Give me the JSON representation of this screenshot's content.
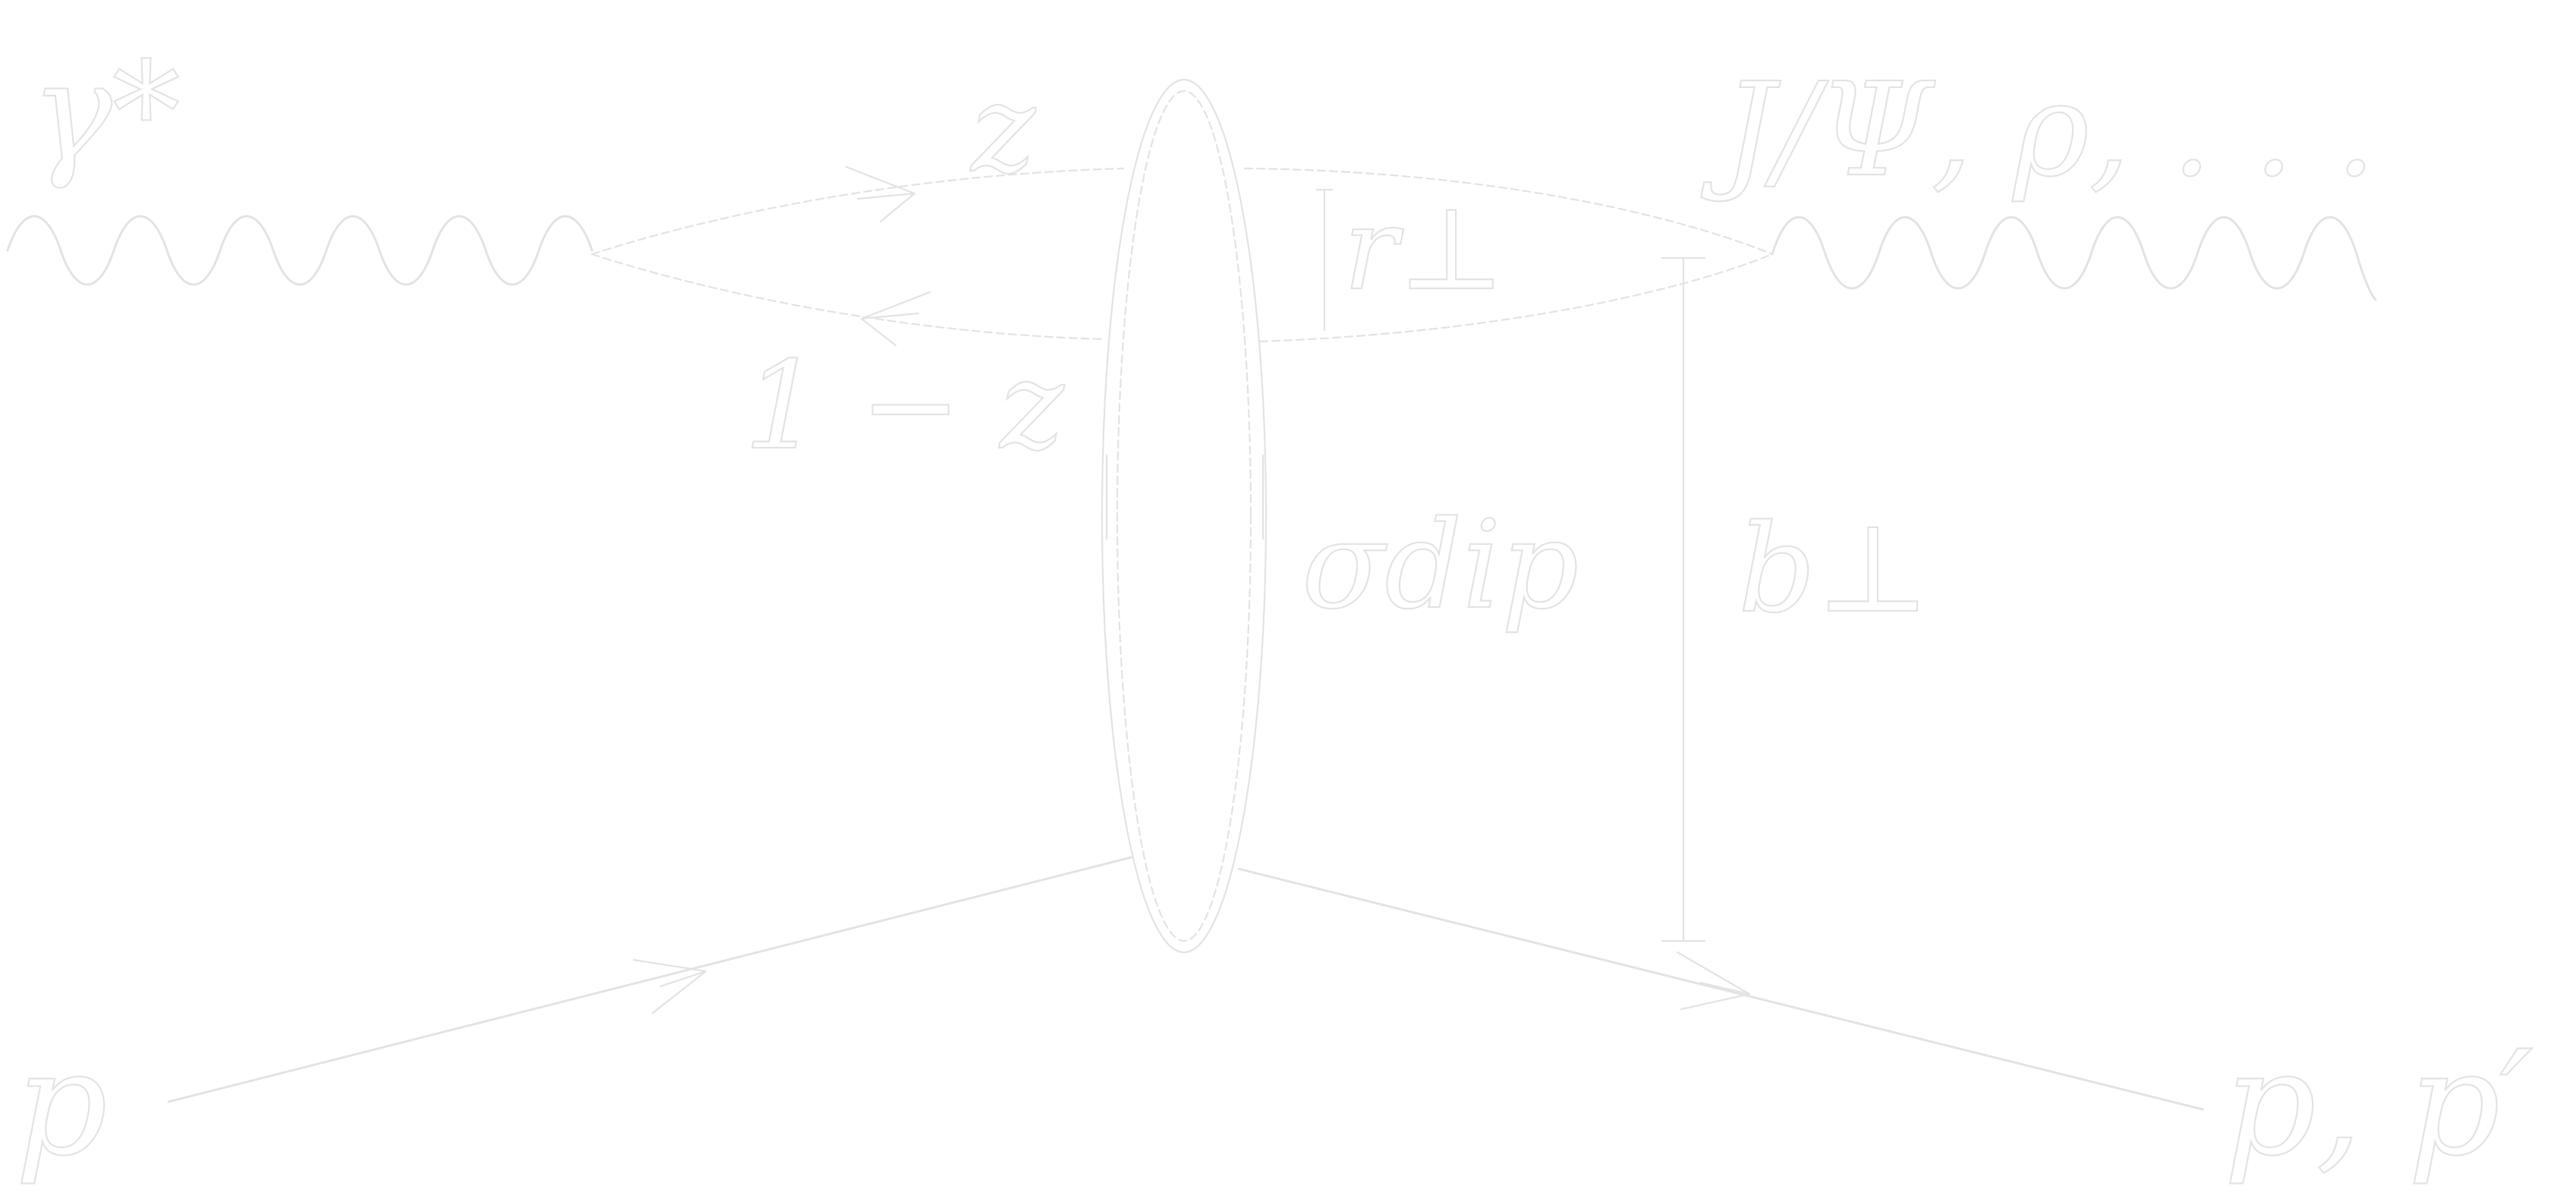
{
  "colors": {
    "background": "#ffffff",
    "stroke": "#e3e3e3"
  },
  "labels": {
    "photon": "γ*",
    "quark_fraction": "z",
    "antiquark_fraction": "1 − z",
    "dipole_size": "r⊥",
    "vector_meson": "J/Ψ, ρ, . . .",
    "dipole_cross_section": "σdip",
    "impact_parameter": "b⊥",
    "proton_in": "p",
    "proton_out": "p, p′"
  }
}
